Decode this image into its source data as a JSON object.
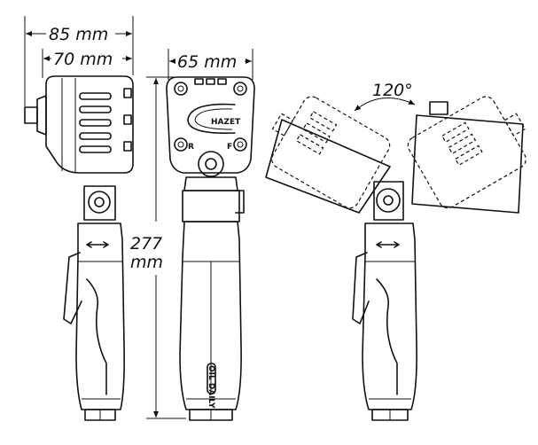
{
  "dimensions": {
    "overall_length": "85 mm",
    "head_length": "70 mm",
    "head_width": "65 mm",
    "height_value": "277",
    "height_unit": "mm",
    "swivel_angle": "120°"
  },
  "labels": {
    "brand_logo": "HAZET",
    "reverse_mark": "R",
    "forward_mark": "F",
    "handle_label": "OIL DAILY"
  }
}
